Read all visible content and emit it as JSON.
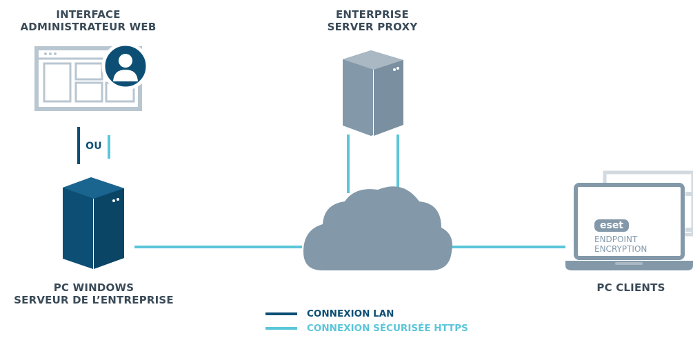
{
  "labels": {
    "web_admin": [
      "INTERFACE",
      "ADMINISTRATEUR WEB"
    ],
    "proxy": [
      "ENTERPRISE",
      "SERVER PROXY"
    ],
    "pc_windows": [
      "PC WINDOWS",
      "SERVEUR DE L’ENTREPRISE"
    ],
    "pc_clients": "PC CLIENTS",
    "ou": "OU"
  },
  "laptop_screen": {
    "brand": "eset",
    "product_line1": "ENDPOINT",
    "product_line2": "ENCRYPTION"
  },
  "legend": [
    {
      "label": "CONNEXION LAN",
      "color": "#0d4f74"
    },
    {
      "label": "CONNEXION SÉCURISÉE HTTPS",
      "color": "#5bc6d9"
    }
  ],
  "colors": {
    "dark_blue": "#0d4f74",
    "light_blue": "#5bc6d9",
    "gray": "#8399a9",
    "gray_light": "#b8c6d0",
    "text": "#3a4a57"
  },
  "icons": [
    "browser-window-icon",
    "user-avatar-icon",
    "server-icon",
    "cloud-icon",
    "laptop-icon"
  ]
}
